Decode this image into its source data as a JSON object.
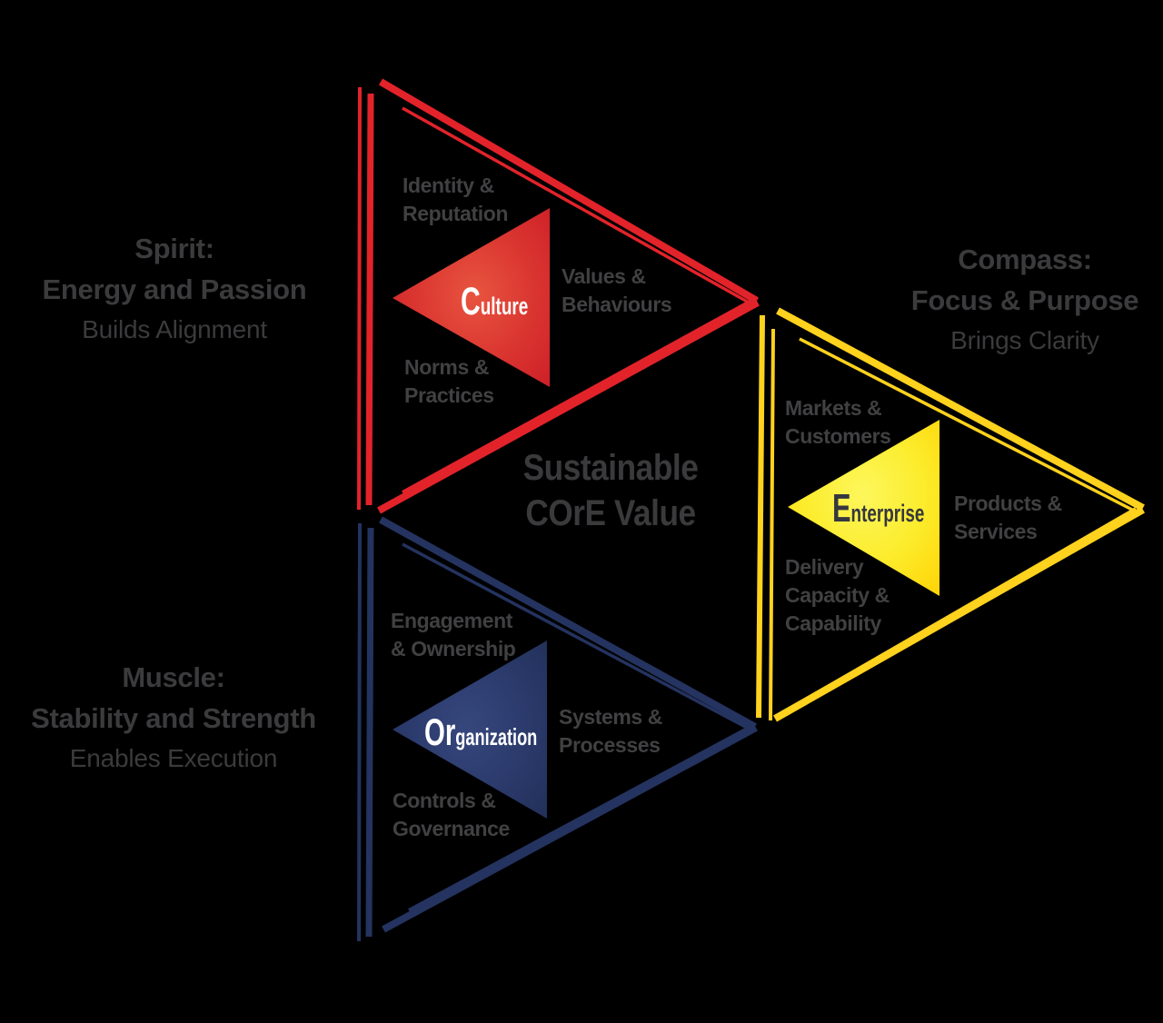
{
  "title": {
    "line1": "Sustainable",
    "line2": "COrE Value"
  },
  "corners": {
    "spirit": {
      "heading": [
        "Spirit:",
        "Energy and Passion"
      ],
      "sub": "Builds Alignment"
    },
    "compass": {
      "heading": [
        "Compass:",
        "Focus & Purpose"
      ],
      "sub": "Brings Clarity"
    },
    "muscle": {
      "heading": [
        "Muscle:",
        "Stability and Strength"
      ],
      "sub": "Enables Execution"
    }
  },
  "triangles": {
    "culture": {
      "word_big": "C",
      "word_small": "ulture",
      "labels": {
        "top": [
          "Identity &",
          "Reputation"
        ],
        "right": [
          "Values &",
          "Behaviours"
        ],
        "bottom": [
          "Norms &",
          "Practices"
        ]
      },
      "color": "#E2232A"
    },
    "enterprise": {
      "word_big": "E",
      "word_small": "nterprise",
      "labels": {
        "top": [
          "Markets &",
          "Customers"
        ],
        "right": [
          "Products &",
          "Services"
        ],
        "bottom": [
          "Delivery",
          "Capacity &",
          "Capability"
        ]
      },
      "color": "#FFD21E"
    },
    "organization": {
      "word_big": "Or",
      "word_small": "ganization",
      "labels": {
        "top": [
          "Engagement",
          "& Ownership"
        ],
        "right": [
          "Systems &",
          "Processes"
        ],
        "bottom": [
          "Controls &",
          "Governance"
        ]
      },
      "color": "#24335F"
    }
  },
  "colors": {
    "background": "#000000",
    "red_stroke": "#E2232A",
    "red_fill_center": "#E8543F",
    "red_fill_edge": "#CE2028",
    "yellow_stroke": "#FFD21E",
    "yellow_fill_center": "#FDF75C",
    "yellow_fill_edge": "#FFD60A",
    "navy_stroke": "#24335F",
    "navy_fill_center": "#36477D",
    "navy_fill_edge": "#22305A",
    "heading_text": "#3B3B3D",
    "label_text": "#414042",
    "enterprise_text": "#35373E",
    "white_text": "#FFFFFF"
  }
}
